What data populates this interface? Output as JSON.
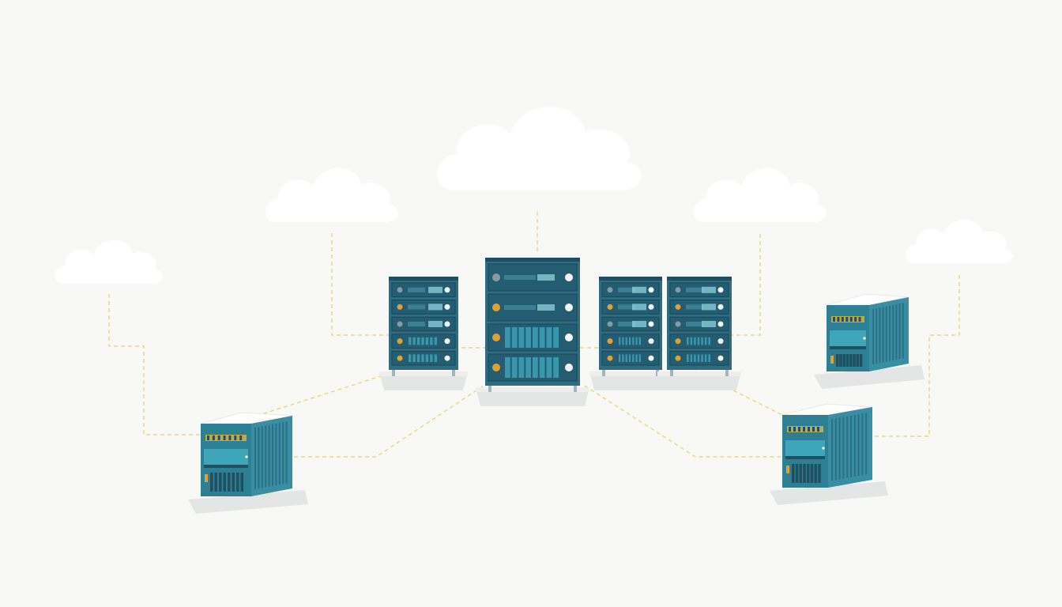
{
  "colors": {
    "background": "#f8f8f7",
    "cloud": "#ffffff",
    "connector": "#e9c84a",
    "rack_body": "#2e6c82",
    "rack_top": "#1d4e61",
    "rack_slot": "#245d71",
    "bay_light": "#3b9db3",
    "led_orange": "#e0a033",
    "led_white": "#f4f6f6",
    "display": "#8fd3e0",
    "base_plate": "#e4e5e5",
    "cube_top": "#ffffff",
    "cube_face": "#2d7f93",
    "cube_side": "#3a8ea4",
    "cube_vent": "#1f4f60",
    "cube_label": "#d9b13b"
  },
  "icons": {
    "cloud": "cloud-icon",
    "rack": "server-rack-icon",
    "unit": "server-unit-icon"
  },
  "scene": {
    "cloud_count": 5,
    "rack_count": 4,
    "unit_count": 3
  }
}
